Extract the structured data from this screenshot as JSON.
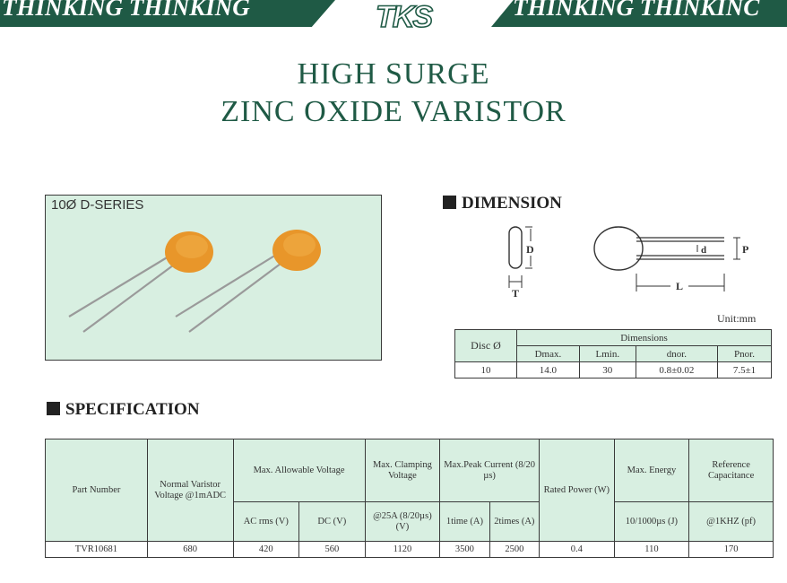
{
  "header": {
    "banner_left": "THINKING THINKING",
    "banner_right": "THINKING THINKINC",
    "logo_text": "TKS"
  },
  "title": {
    "line1": "HIGH SURGE",
    "line2": "ZINC OXIDE VARISTOR"
  },
  "photo": {
    "label": "10Ø D-SERIES"
  },
  "dimension": {
    "heading": "DIMENSION",
    "diagram_labels": {
      "D": "D",
      "T": "T",
      "P": "P",
      "d": "d",
      "L": "L"
    },
    "unit": "Unit:mm",
    "table": {
      "disc_header": "Disc Ø",
      "group_header": "Dimensions",
      "columns": [
        "Dmax.",
        "Lmin.",
        "dnor.",
        "Pnor."
      ],
      "rows": [
        {
          "disc": "10",
          "values": [
            "14.0",
            "30",
            "0.8±0.02",
            "7.5±1"
          ]
        }
      ]
    }
  },
  "specification": {
    "heading": "SPECIFICATION",
    "headers": {
      "part_number": "Part Number",
      "normal_voltage": "Normal Varistor Voltage @1mADC",
      "max_allowable": "Max. Allowable Voltage",
      "ac_rms": "AC rms (V)",
      "dc": "DC (V)",
      "max_clamping": "Max. Clamping Voltage",
      "clamping_cond": "@25A (8/20µs) (V)",
      "max_peak": "Max.Peak Current (8/20 µs)",
      "one_time": "1time (A)",
      "two_times": "2times (A)",
      "rated_power": "Rated Power (W)",
      "max_energy": "Max. Energy",
      "energy_cond": "10/1000µs (J)",
      "ref_cap": "Reference Capacitance",
      "cap_cond": "@1KHZ (pf)"
    },
    "rows": [
      {
        "part": "TVR10681",
        "voltage": "680",
        "ac": "420",
        "dc": "560",
        "clamp": "1120",
        "peak1": "3500",
        "peak2": "2500",
        "power": "0.4",
        "energy": "110",
        "cap": "170"
      }
    ]
  },
  "colors": {
    "brand_green": "#1f5a45",
    "table_header_bg": "#d8efe1",
    "disc_orange": "#e8962a"
  }
}
